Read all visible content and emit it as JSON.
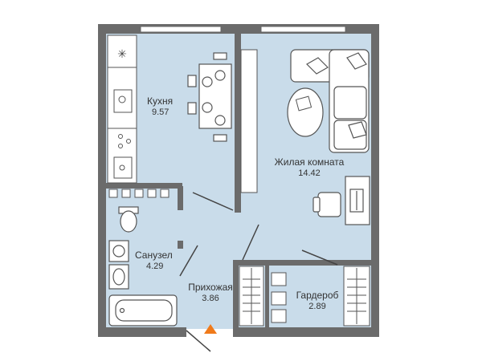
{
  "plan": {
    "rooms": {
      "kitchen": {
        "name": "Кухня",
        "area": "9.57"
      },
      "living": {
        "name": "Жилая комната",
        "area": "14.42"
      },
      "bathroom": {
        "name": "Санузел",
        "area": "4.29"
      },
      "hallway": {
        "name": "Прихожая",
        "area": "3.86"
      },
      "wardrobe": {
        "name": "Гардероб",
        "area": "2.89"
      }
    },
    "colors": {
      "floor": "#c9dcea",
      "wall": "#6b6b6b",
      "furniture": "#ffffff",
      "line": "#555555",
      "entrance_marker": "#f07a1a"
    },
    "icons": {
      "entrance": "entrance-arrow-icon",
      "fan": "ventilation-icon"
    }
  }
}
